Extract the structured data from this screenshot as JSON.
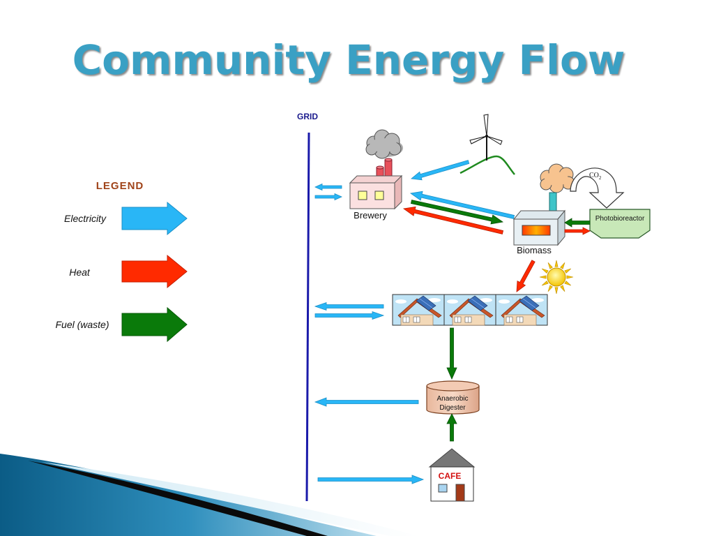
{
  "title": "Community Energy Flow",
  "grid_label": "GRID",
  "legend": {
    "title": "LEGEND",
    "items": [
      {
        "label": "Electricity",
        "color": "#29b6f6"
      },
      {
        "label": "Heat",
        "color": "#ff2a00"
      },
      {
        "label": "Fuel (waste)",
        "color": "#0a7a0a"
      }
    ]
  },
  "nodes": {
    "brewery": "Brewery",
    "biomass": "Biomass",
    "photobioreactor": "Photobioreactor",
    "co2": "CO",
    "co2_sub": "2",
    "digester_line1": "Anaerobic",
    "digester_line2": "Digester",
    "cafe": "CAFE"
  },
  "colors": {
    "title": "#3aa0c4",
    "grid_line": "#1a1aaa",
    "electricity": "#29b6f6",
    "heat": "#ff2a00",
    "fuel": "#0a7a0a",
    "legend_title": "#a0441a"
  }
}
